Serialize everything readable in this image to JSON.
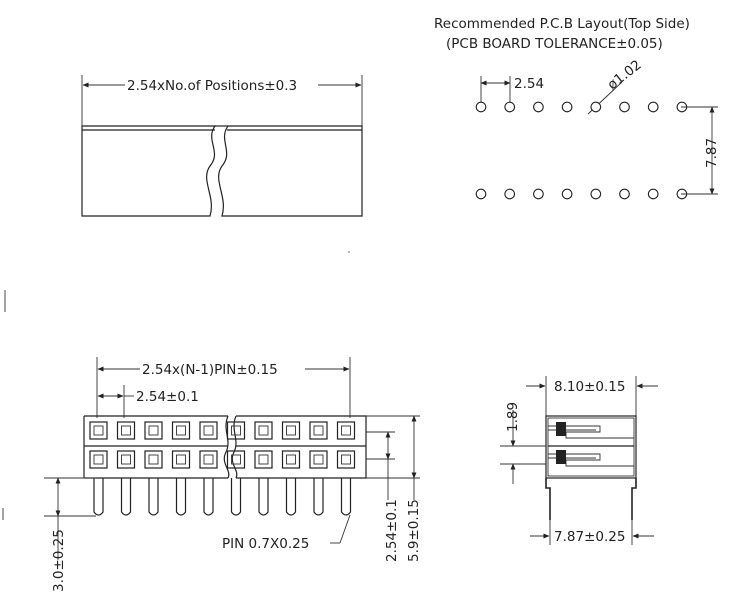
{
  "pcb_layout": {
    "title": "Recommended P.C.B Layout(Top Side)",
    "subtitle": "(PCB BOARD TOLERANCE±0.05)",
    "pitch_label": "2.54",
    "hole_label": "ø1.02",
    "row_spacing_label": "7.87"
  },
  "top_view": {
    "length_label": "2.54xNo.of Positions±0.3"
  },
  "front_view": {
    "length_label": "2.54x(N-1)PIN±0.15",
    "pitch_label": "2.54±0.1",
    "pin_label": "PIN 0.7X0.25",
    "tail_label": "3.0±0.25",
    "row_pitch_label": "2.54±0.1",
    "height_label": "5.9±0.15"
  },
  "side_view": {
    "width_label": "8.10±0.15",
    "offset_label": "1.89",
    "row_spacing_label": "7.87±0.25"
  }
}
